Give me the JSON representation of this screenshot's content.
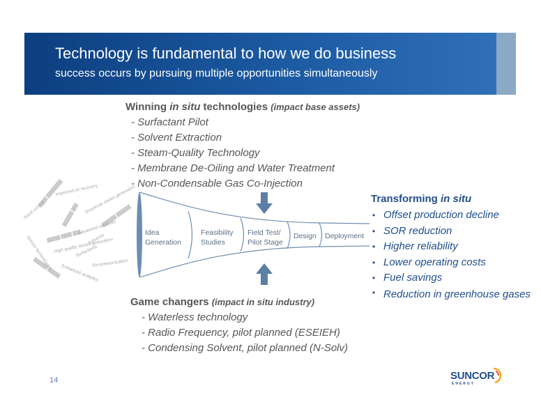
{
  "header": {
    "title": "Technology is fundamental to how we do business",
    "subtitle": "success occurs by pursuing multiple opportunities simultaneously"
  },
  "winning": {
    "prefix": "Winning ",
    "italic": "in situ",
    "suffix": " technologies ",
    "note": "(impact base assets)",
    "items": [
      "- Surfactant Pilot",
      "- Solvent Extraction",
      "- Steam-Quality Technology",
      "- Membrane De-Oiling and Water Treatment",
      "- Non-Condensable Gas Co-Injection"
    ]
  },
  "game_changers": {
    "title": "Game changers ",
    "note": "(impact in situ industry)",
    "items": [
      "- Waterless technology",
      "- Radio Frequency, pilot planned (ESEIEH)",
      "- Condensing Solvent, pilot planned (N-Solv)"
    ]
  },
  "transforming": {
    "prefix": "Transforming ",
    "italic": "in situ",
    "items": [
      "Offset production decline",
      "SOR reduction",
      "Higher reliability",
      "Lower operating costs",
      "Fuel savings",
      "Reduction in greenhouse gases"
    ]
  },
  "funnel": {
    "stages": [
      {
        "line1": "Idea",
        "line2": "Generation"
      },
      {
        "line1": "Feasibility",
        "line2": "Studies"
      },
      {
        "line1": "Field Test/",
        "line2": "Pilot Stage"
      },
      {
        "line1": "Design",
        "line2": ""
      },
      {
        "line1": "Deployment",
        "line2": ""
      }
    ],
    "colors": {
      "outline": "#6d8db0",
      "arrow": "#5c7fa6"
    }
  },
  "idea_cloud": [
    "improved oil recovery",
    "Downhole steam generation",
    "Sand control",
    "Advanced catalysts",
    "High quality steam generation",
    "Re-pressurization",
    "Enhanced analytics",
    "Sensor technologies",
    "Solvents",
    "Surfactants"
  ],
  "footer": {
    "page_number": "14",
    "logo_text": "SUNCOR",
    "logo_sub": "ENERGY"
  },
  "colors": {
    "banner": "#1c5aa2",
    "accent_blue": "#1f4e8c",
    "body_text": "#555555",
    "logo_sun": "#f5a623"
  }
}
